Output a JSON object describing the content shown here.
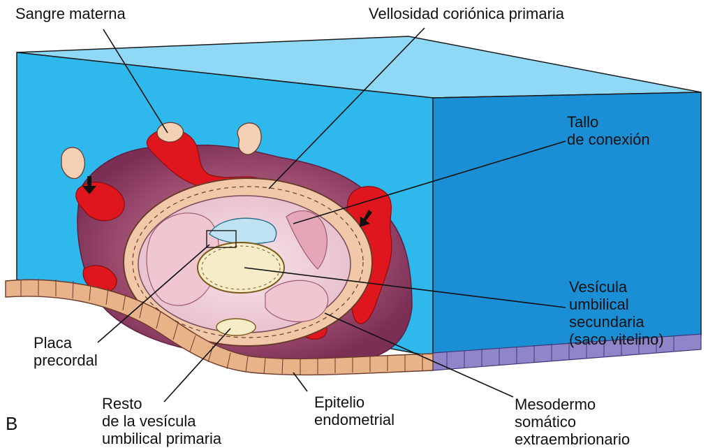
{
  "panel_letter": "B",
  "labels": {
    "sangre_materna": "Sangre materna",
    "vellosidad": "Vellosidad coriónica primaria",
    "tallo": [
      "Tallo",
      "de conexión"
    ],
    "vesicula_secundaria": [
      "Vesícula",
      "umbilical",
      "secundaria",
      "(saco vitelino)"
    ],
    "placa": [
      "Placa",
      "precordal"
    ],
    "resto": [
      "Resto",
      "de la vesícula",
      "umbilical primaria"
    ],
    "epitelio": [
      "Epitelio",
      "endometrial"
    ],
    "mesodermo": [
      "Mesodermo",
      "somático",
      "extraembrionario"
    ]
  },
  "colors": {
    "block_front": "#2fb8ec",
    "block_top": "#8fd9f7",
    "block_side": "#1a8fd6",
    "decidua": "#8a3d63",
    "maternal_blood": "#e0161e",
    "trophoblast": "#f1c9a8",
    "exocoelom": "#f3dbe4",
    "yolk_sac": "#f6ecc8",
    "amnion": "#bfe3f3",
    "epithelium": "#e9b38a",
    "uterine_epithelium_side": "#8f86c9"
  }
}
